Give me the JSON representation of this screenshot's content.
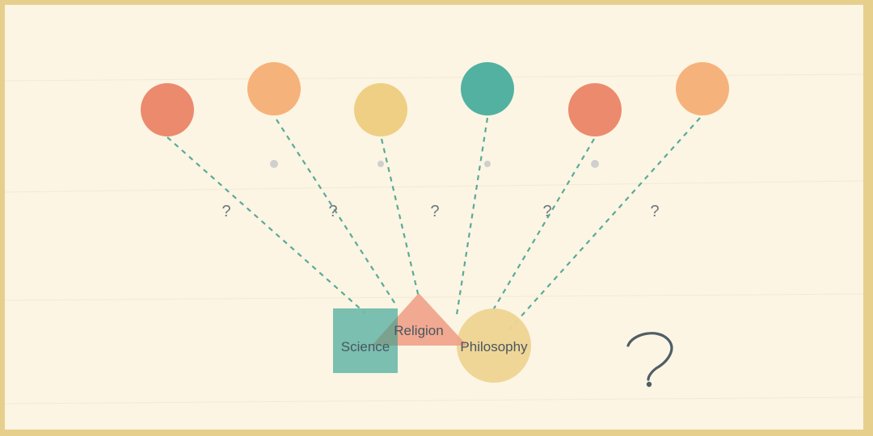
{
  "diagram": {
    "labels": {
      "science": "Science",
      "religion": "Religion",
      "philosophy": "Philosophy"
    },
    "line_marks": [
      "?",
      "?",
      "?",
      "?",
      "?"
    ],
    "big_question": "?",
    "colors": {
      "background": "#fcf5e3",
      "border": "#e6cf8d",
      "coral": "#ec8a6e",
      "peach": "#f6b27b",
      "yellow": "#eecf84",
      "teal": "#52b1a1",
      "square": "#6fbaaa",
      "triangle": "#f0a187",
      "circle": "#eed492",
      "dashed_line": "#5aa99a"
    }
  }
}
